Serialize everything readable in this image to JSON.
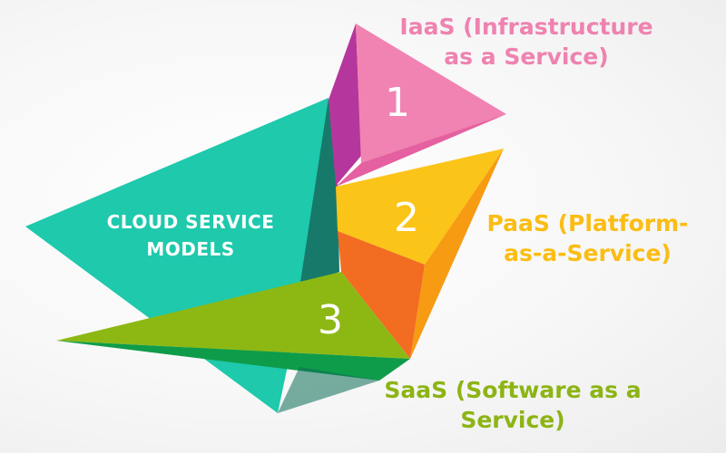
{
  "diagram": {
    "center_label": [
      "CLOUD SERVICE",
      "MODELS"
    ],
    "models": [
      {
        "number": "1",
        "lines": [
          "IaaS (Infrastructure",
          "as a Service)"
        ],
        "color": "#ee82b0"
      },
      {
        "number": "2",
        "lines": [
          "PaaS (Platform-",
          "as-a-Service)"
        ],
        "color": "#fbbd14"
      },
      {
        "number": "3",
        "lines": [
          "SaaS (Software as a",
          "Service)"
        ],
        "color": "#8db414"
      }
    ]
  },
  "palette": {
    "teal": "#1ec9ac",
    "teal_dark": "#17796a",
    "magenta": "#b5379d",
    "pink": "#f083b1",
    "yellow": "#fbc418",
    "orange": "#f26c22",
    "orange_side": "#f79b12",
    "green": "#8db814",
    "green_dark": "#0e9c4a"
  }
}
